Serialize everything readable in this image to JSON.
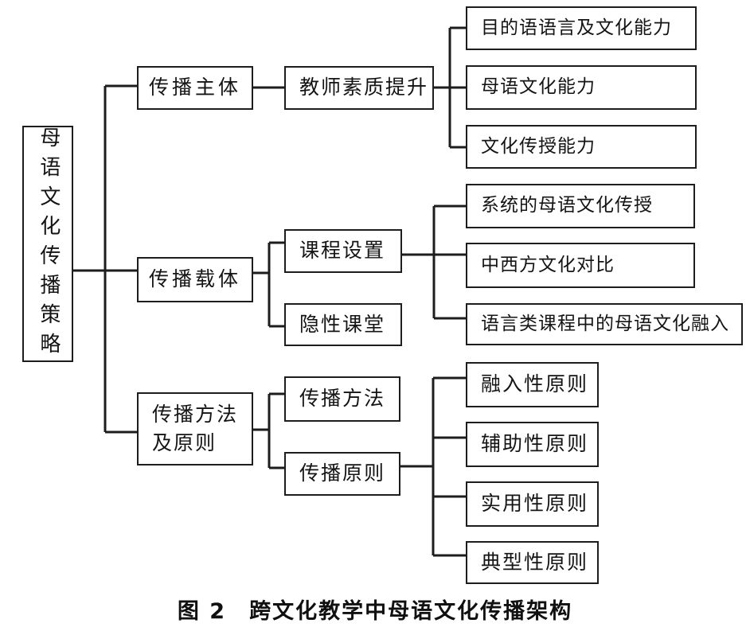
{
  "colors": {
    "background": "#ffffff",
    "line": "#1d1d1d",
    "text": "#141414"
  },
  "caption": "图 2　跨文化教学中母语文化传播架构",
  "diagram_title": "跨文化教学中母语文化传播架构",
  "figure_number": "图 2",
  "nodes": {
    "root": "母语文化传播策略",
    "subject": "传播主体",
    "teacher": "教师素质提升",
    "target_lang": "目的语语言及文化能力",
    "native_culture": "母语文化能力",
    "culture_teach": "文化传授能力",
    "carrier": "传播载体",
    "curriculum": "课程设置",
    "hidden_class": "隐性课堂",
    "systematic": "系统的母语文化传授",
    "comparison": "中西方文化对比",
    "language_course": "语言类课程中的母语文化融入",
    "method_principle": "传播方法及原则",
    "method": "传播方法",
    "principle": "传播原则",
    "integration": "融入性原则",
    "auxiliary": "辅助性原则",
    "practical": "实用性原则",
    "typical": "典型性原则"
  },
  "hierarchy": {
    "母语文化传播策略": {
      "传播主体": {
        "教师素质提升": [
          "目的语语言及文化能力",
          "母语文化能力",
          "文化传授能力"
        ]
      },
      "传播载体": {
        "课程设置": [
          "系统的母语文化传授",
          "中西方文化对比",
          "语言类课程中的母语文化融入"
        ],
        "隐性课堂": []
      },
      "传播方法及原则": {
        "传播方法": [],
        "传播原则": [
          "融入性原则",
          "辅助性原则",
          "实用性原则",
          "典型性原则"
        ]
      }
    }
  }
}
